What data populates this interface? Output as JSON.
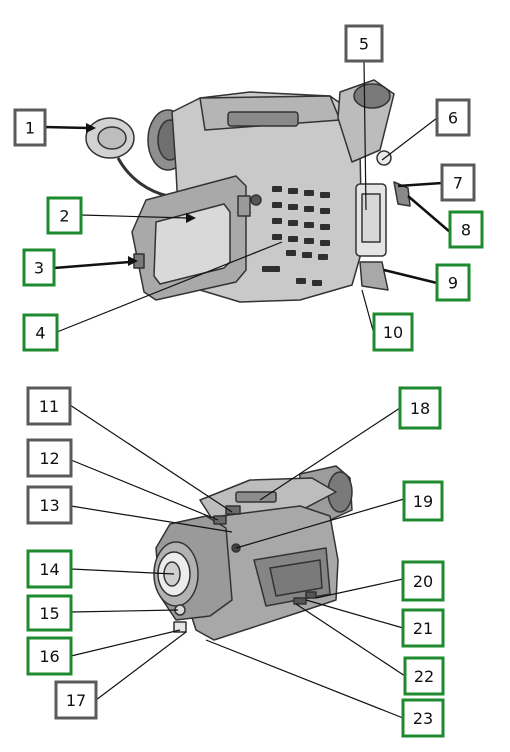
{
  "diagram": {
    "callouts": [
      {
        "n": "1",
        "color": "#5a5a5a"
      },
      {
        "n": "2",
        "color": "#1e8a2e"
      },
      {
        "n": "3",
        "color": "#1e8a2e"
      },
      {
        "n": "4",
        "color": "#1e8a2e"
      },
      {
        "n": "5",
        "color": "#5a5a5a"
      },
      {
        "n": "6",
        "color": "#5a5a5a"
      },
      {
        "n": "7",
        "color": "#5a5a5a"
      },
      {
        "n": "8",
        "color": "#1e8a2e"
      },
      {
        "n": "9",
        "color": "#1e8a2e"
      },
      {
        "n": "10",
        "color": "#1e8a2e"
      },
      {
        "n": "11",
        "color": "#5a5a5a"
      },
      {
        "n": "12",
        "color": "#5a5a5a"
      },
      {
        "n": "13",
        "color": "#5a5a5a"
      },
      {
        "n": "14",
        "color": "#1e8a2e"
      },
      {
        "n": "15",
        "color": "#1e8a2e"
      },
      {
        "n": "16",
        "color": "#1e8a2e"
      },
      {
        "n": "17",
        "color": "#5a5a5a"
      },
      {
        "n": "18",
        "color": "#1e8a2e"
      },
      {
        "n": "19",
        "color": "#1e8a2e"
      },
      {
        "n": "20",
        "color": "#1e8a2e"
      },
      {
        "n": "21",
        "color": "#1e8a2e"
      },
      {
        "n": "22",
        "color": "#1e8a2e"
      },
      {
        "n": "23",
        "color": "#1e8a2e"
      }
    ]
  }
}
